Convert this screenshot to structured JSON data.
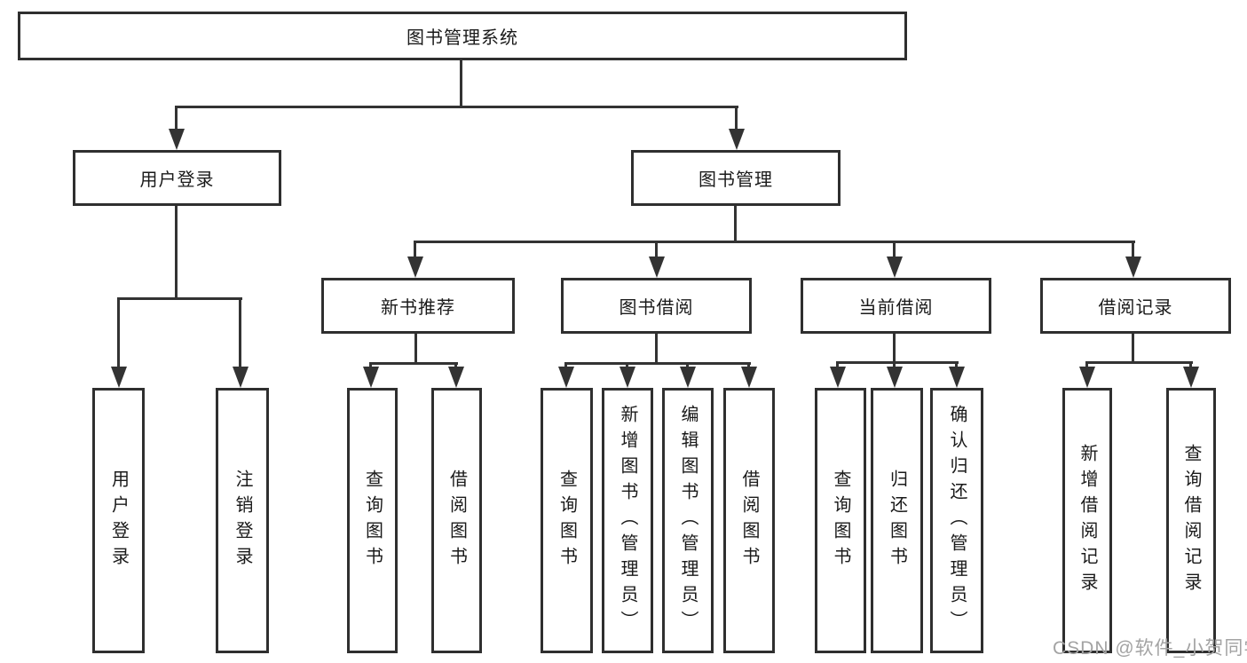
{
  "diagram": {
    "root": {
      "label": "图书管理系统",
      "children": [
        {
          "label": "用户登录",
          "children": [
            {
              "label": "用户登录"
            },
            {
              "label": "注销登录"
            }
          ]
        },
        {
          "label": "图书管理",
          "children": [
            {
              "label": "新书推荐",
              "children": [
                {
                  "label": "查询图书"
                },
                {
                  "label": "借阅图书"
                }
              ]
            },
            {
              "label": "图书借阅",
              "children": [
                {
                  "label": "查询图书"
                },
                {
                  "label": "新增图书（管理员）"
                },
                {
                  "label": "编辑图书（管理员）"
                },
                {
                  "label": "借阅图书"
                }
              ]
            },
            {
              "label": "当前借阅",
              "children": [
                {
                  "label": "查询图书"
                },
                {
                  "label": "归还图书"
                },
                {
                  "label": "确认归还（管理员）"
                }
              ]
            },
            {
              "label": "借阅记录",
              "children": [
                {
                  "label": "新增借阅记录"
                },
                {
                  "label": "查询借阅记录"
                }
              ]
            }
          ]
        }
      ]
    }
  },
  "watermark": {
    "text": "CSDN @软件_小贺同学"
  },
  "colors": {
    "line": "#333333",
    "border": "#2f2f2f",
    "text": "#1a1a1a",
    "watermark": "#a3a3a3",
    "background": "#ffffff"
  }
}
